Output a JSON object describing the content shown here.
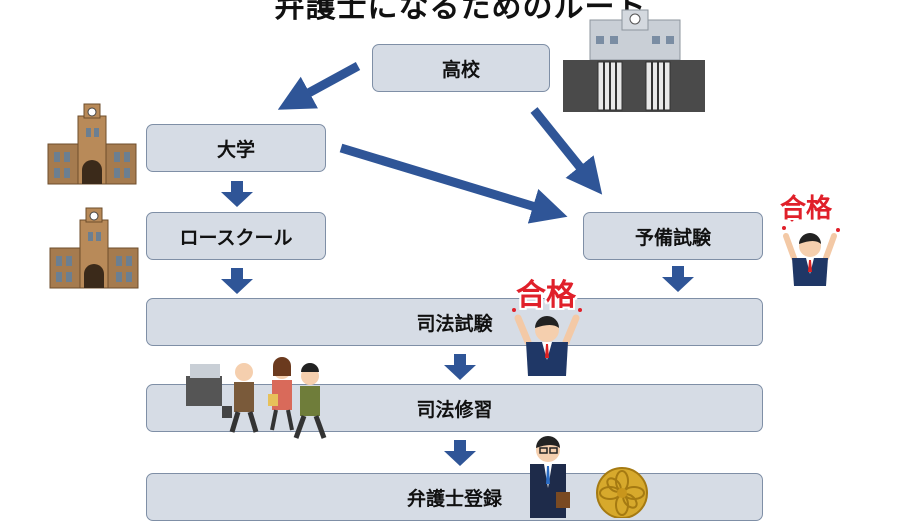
{
  "title": "弁護士になるためのルート",
  "nodes": {
    "high_school": "高校",
    "university": "大学",
    "law_school": "ロースクール",
    "preliminary_exam": "予備試験",
    "bar_exam": "司法試験",
    "legal_training": "司法修習",
    "lawyer_registration": "弁護士登録"
  },
  "pass_stamps": [
    "合格",
    "合格"
  ],
  "colors": {
    "box_fill": "#d6dce5",
    "box_border": "#7f8fa6",
    "arrow": "#2f5597",
    "stamp": "#e0202a"
  }
}
